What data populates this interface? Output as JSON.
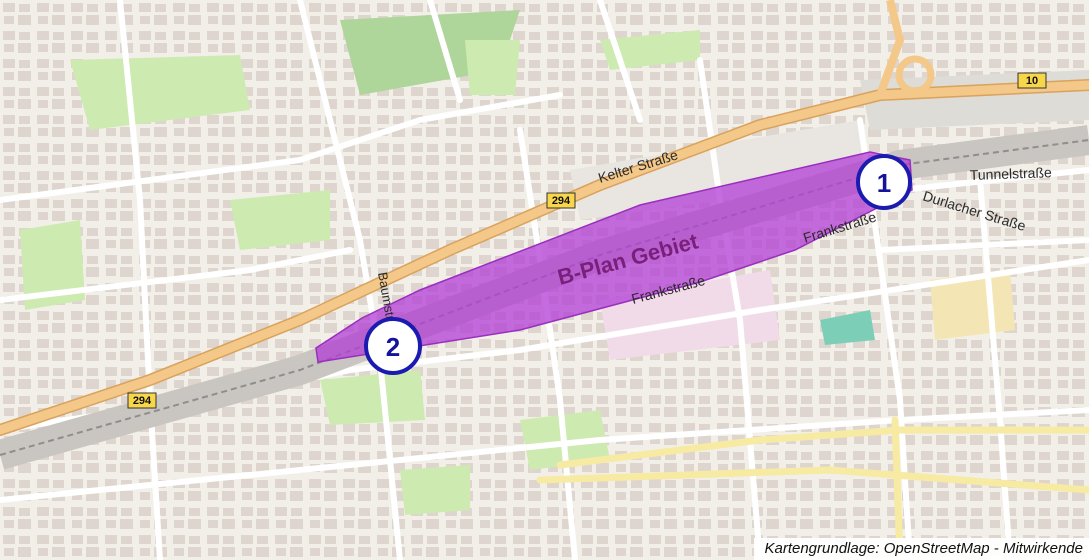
{
  "map": {
    "plan_area_label": "B-Plan Gebiet",
    "attribution": "Kartengrundlage: OpenStreetMap - Mitwirkende",
    "colors": {
      "plan_area": "#b23cd6",
      "marker": "#1b1bb0",
      "main_road": "#f3c889",
      "route_shield": "#f7d64a",
      "building": "#d9d0c9",
      "land": "#f2efe9",
      "park": "#cdebb0"
    },
    "street_labels": {
      "kelter": "Kelter Straße",
      "tunnel": "Tunnelstraße",
      "durlacher": "Durlacher Straße",
      "frank_east": "Frankstraße",
      "frank_center": "Frankstraße",
      "baum": "Baumstraße"
    },
    "route_shields": {
      "b294_center": "294",
      "b294_left": "294",
      "b10": "10"
    },
    "markers": {
      "one": "1",
      "two": "2"
    }
  }
}
